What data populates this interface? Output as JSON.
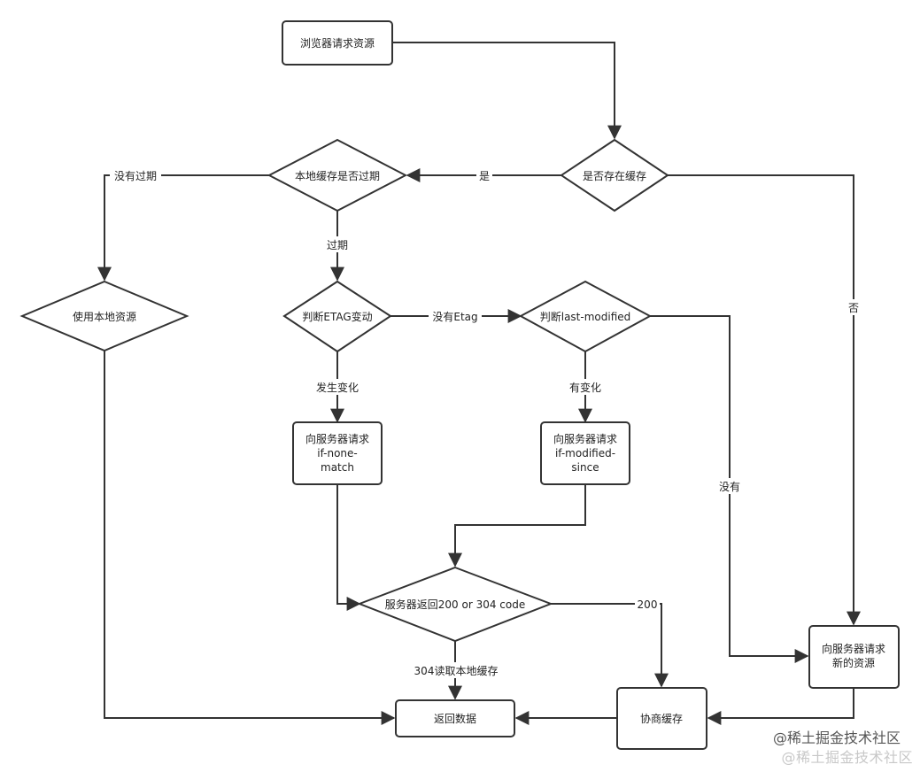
{
  "nodes": {
    "browser_request": "浏览器请求资源",
    "cache_exists": "是否存在缓存",
    "cache_expired": "本地缓存是否过期",
    "use_local": "使用本地资源",
    "check_etag": "判断ETAG变动",
    "check_last_modified": "判断last-modified",
    "req_if_none_match": [
      "向服务器请求",
      "if-none-",
      "match"
    ],
    "req_if_modified_since": [
      "向服务器请求",
      "if-modified-",
      "since"
    ],
    "server_returns": "服务器返回200 or 304 code",
    "req_new_resource": [
      "向服务器请求",
      "新的资源"
    ],
    "negotiate_cache": "协商缓存",
    "return_data": "返回数据"
  },
  "edges": {
    "yes": "是",
    "no": "否",
    "not_expired": "没有过期",
    "expired": "过期",
    "no_etag": "没有Etag",
    "changed": "发生变化",
    "has_change": "有变化",
    "none": "没有",
    "code_200": "200",
    "code_304": "304读取本地缓存"
  },
  "watermark": "@稀土掘金技术社区",
  "colors": {
    "stroke": "#333333",
    "fill": "#ffffff",
    "text": "#222222"
  }
}
